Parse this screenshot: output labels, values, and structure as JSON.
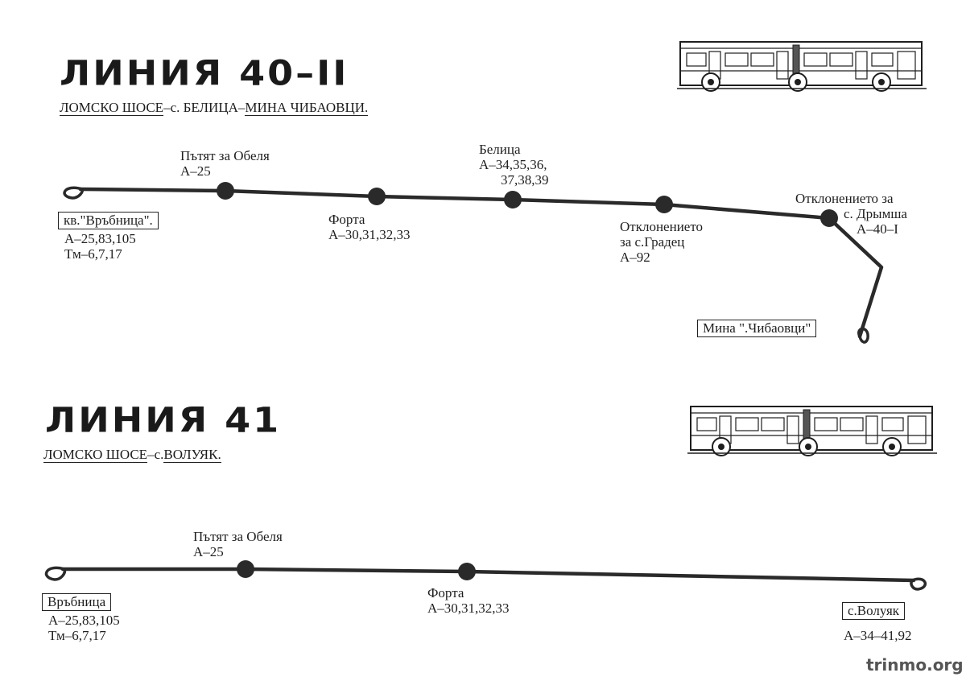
{
  "line_40": {
    "title": "ЛИНИЯ 40–II",
    "route_parts": [
      "ЛОМСКО ШОСЕ",
      "–с. БЕЛИЦА–",
      "МИНА ЧИБАОВЦИ."
    ],
    "start_stop": {
      "name": "кв.\"Връбница\".",
      "connections": [
        "А–25,83,105",
        "Тм–6,7,17"
      ]
    },
    "stops": [
      {
        "name": "Пътят за Обеля",
        "connections": [
          "А–25"
        ]
      },
      {
        "name": "Форта",
        "connections": [
          "А–30,31,32,33"
        ]
      },
      {
        "name": "Белица",
        "connections": [
          "А–34,35,36,",
          "37,38,39"
        ]
      },
      {
        "name": "Отклонението",
        "connections": [
          "за с.Градец",
          "А–92"
        ]
      },
      {
        "name": "Отклонението за",
        "connections": [
          "с. Дрымша",
          "А–40–I"
        ]
      }
    ],
    "end_stop": {
      "name": "Мина \".Чибаовци\""
    }
  },
  "line_41": {
    "title": "ЛИНИЯ 41",
    "route_parts": [
      "ЛОМСКО ШОСЕ",
      "–с.",
      "ВОЛУЯК."
    ],
    "start_stop": {
      "name": "Връбница",
      "connections": [
        "А–25,83,105",
        "Тм–6,7,17"
      ]
    },
    "stops": [
      {
        "name": "Пътят за Обеля",
        "connections": [
          "А–25"
        ]
      },
      {
        "name": "Форта",
        "connections": [
          "А–30,31,32,33"
        ]
      }
    ],
    "end_stop": {
      "name": "с.Волуяк",
      "connections": [
        "А–34–41,92"
      ]
    }
  },
  "watermark": "trinmo.org"
}
